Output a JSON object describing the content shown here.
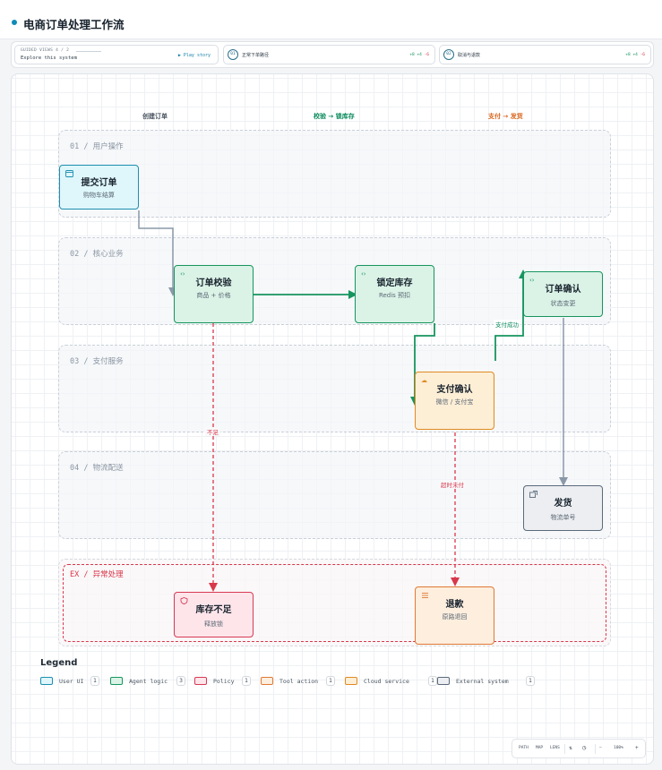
{
  "page": {
    "title": "电商订单处理工作流"
  },
  "story_bar": {
    "guided": {
      "top": "GUIDED VIEWS 4 / 2",
      "subtitle": "Explore this system",
      "play": "▶ Play story"
    },
    "stories": [
      {
        "badge": "01",
        "label": "正常下单路径",
        "meta_green": "+8 +4",
        "meta_red": "-6"
      },
      {
        "badge": "02",
        "label": "取消与退款",
        "meta_green": "+8 +4",
        "meta_red": "-6"
      }
    ]
  },
  "phases": [
    "创建订单",
    "校验 → 锁库存",
    "支付 → 发货"
  ],
  "lanes": [
    "01 / 用户操作",
    "02 / 核心业务",
    "03 / 支付服务",
    "04 / 物流配送",
    "EX / 异常处理"
  ],
  "nodes": {
    "submit_order": {
      "title": "提交订单",
      "sub": "购物车结算",
      "icon": "browser-window-icon"
    },
    "order_check": {
      "title": "订单校验",
      "sub": "商品 + 价格",
      "icon": "code-brackets-icon"
    },
    "lock_stock": {
      "title": "锁定库存",
      "sub": "Redis 预扣",
      "icon": "code-brackets-icon"
    },
    "order_confirm": {
      "title": "订单确认",
      "sub": "状态变更",
      "icon": "code-brackets-icon"
    },
    "pay_confirm": {
      "title": "支付确认",
      "sub": "微信 / 支付宝",
      "icon": "cloud-icon"
    },
    "ship": {
      "title": "发货",
      "sub": "物流单号",
      "icon": "external-box-icon"
    },
    "stock_short": {
      "title": "库存不足",
      "sub": "释放锁",
      "icon": "shield-icon"
    },
    "refund": {
      "title": "退款",
      "sub": "原路退回",
      "icon": "sliders-icon"
    }
  },
  "edge_labels": {
    "pay_success": "支付成功",
    "insufficient": "不足",
    "timeout": "超时未付"
  },
  "legend": {
    "title": "Legend",
    "items": [
      {
        "label": "User UI",
        "count": "1",
        "fill": "#dff6fb",
        "stroke": "#1d8fb0"
      },
      {
        "label": "Agent logic",
        "count": "3",
        "fill": "#dbf3e7",
        "stroke": "#17955f"
      },
      {
        "label": "Policy",
        "count": "1",
        "fill": "#fde5ea",
        "stroke": "#d73a55"
      },
      {
        "label": "Tool action",
        "count": "1",
        "fill": "#fdeede",
        "stroke": "#e07a35"
      },
      {
        "label": "Cloud service",
        "count": "1",
        "fill": "#fdeed6",
        "stroke": "#e08a22"
      },
      {
        "label": "External system",
        "count": "1",
        "fill": "#eceef2",
        "stroke": "#5b6a7a"
      }
    ]
  },
  "toolbar": {
    "path": "PATH",
    "map": "MAP",
    "lens": "LENS",
    "zoom": "100%",
    "dash": "—"
  },
  "colors": {
    "accent": "#0f8bb7",
    "agent": "#17955f",
    "policy": "#d73a55",
    "ext": "#8a98a8",
    "user": "#1d8fb0"
  }
}
